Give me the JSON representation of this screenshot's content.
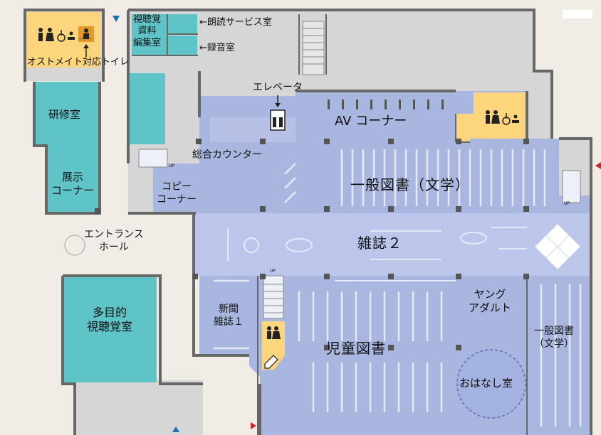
{
  "rooms": {
    "audiovisual_editing": [
      "視聴覚",
      "資料",
      "編集室"
    ],
    "reading_service": "←朗読サービス室",
    "recording": "←録音室",
    "ostomate_toilet": "オストメイト対応トイレ",
    "elevator": "エレベータ",
    "av_corner": "AV コーナー",
    "training": "研修室",
    "exhibition": [
      "展示",
      "コーナー"
    ],
    "general_counter": "総合カウンター",
    "copy_corner": [
      "コピー",
      "コーナー"
    ],
    "general_books_literature": "一般図書（文学）",
    "entrance_hall": [
      "エントランス",
      "ホール"
    ],
    "magazines_2": "雑誌２",
    "multipurpose_av": [
      "多目的",
      "視聴覚室"
    ],
    "newspapers_magazines_1": [
      "新聞",
      "雑誌１"
    ],
    "young_adult": [
      "ヤング",
      "アダルト"
    ],
    "general_books_literature_2": [
      "一般図書",
      "（文学）"
    ],
    "childrens_books": "児童図書",
    "storytelling": "おはなし室"
  },
  "small_labels": {
    "up_1": "UP",
    "up_2": "UP",
    "up_3": "UP",
    "ostomate_badge": "オストメイト"
  },
  "colors": {
    "background": "#f1ede6",
    "floor_blue": "#a9b6e0",
    "magazine_band": "#bcc6ea",
    "room_teal": "#5fc4c8",
    "toilet_yellow": "#fcd57c",
    "wall": "#676767",
    "service_gray": "#d6d6d6",
    "arrow_blue": "#1e6fb8",
    "arrow_red": "#d2262c"
  },
  "icons": [
    "restroom-icon",
    "wheelchair-icon",
    "baby-care-icon",
    "ostomate-icon",
    "elevator-icon",
    "pencil-icon",
    "stair-icon",
    "entrance-arrow-icon"
  ]
}
